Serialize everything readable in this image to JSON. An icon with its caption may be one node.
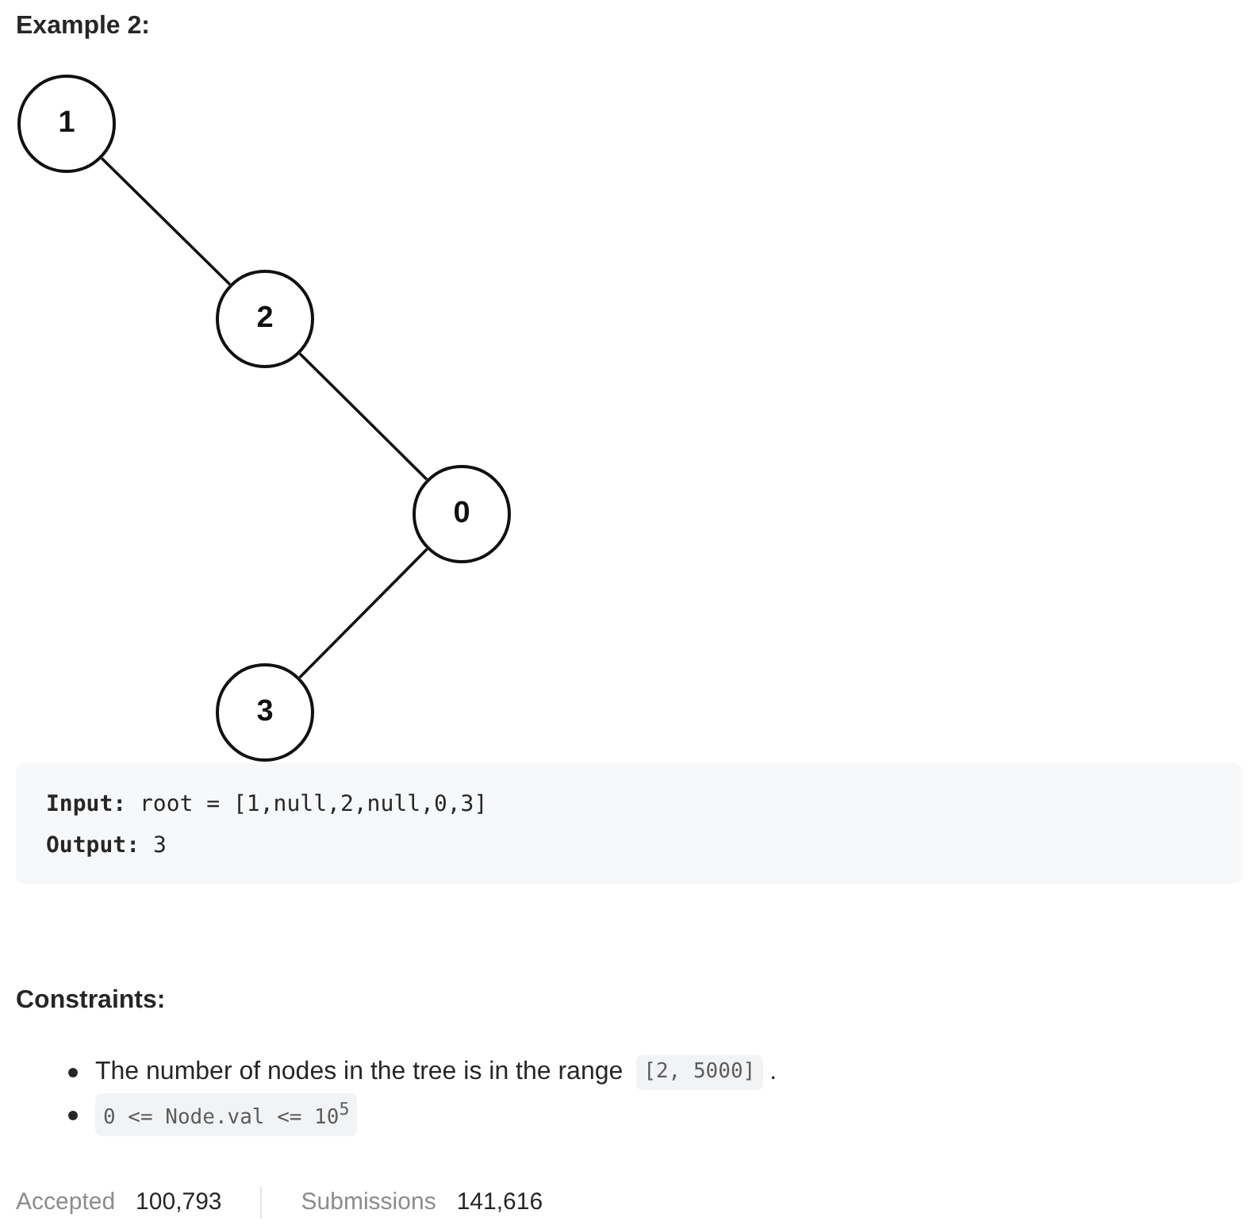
{
  "diagram": {
    "title": "Example 2:",
    "nodes": [
      {
        "text": [
          "1"
        ]
      },
      {
        "text": [
          "2"
        ]
      },
      {
        "text": [
          "0"
        ]
      },
      {
        "text": [
          "3"
        ]
      }
    ],
    "edges": [
      {
        "from": 0,
        "to": 1,
        "arrow": "none"
      },
      {
        "from": 1,
        "to": 2,
        "arrow": "none"
      },
      {
        "from": 2,
        "to": 3,
        "arrow": "none"
      }
    ],
    "labels": [
      "**Input:** root = [1,null,2,null,0,3]",
      "**Output:** 3",
      "Constraints:",
      "The number of nodes in the tree is in the range",
      "[2, 5000]",
      ".",
      "0 <= Node.val <= 10$^{5}$",
      "Accepted",
      "100,793",
      "Submissions",
      "141,616"
    ]
  }
}
